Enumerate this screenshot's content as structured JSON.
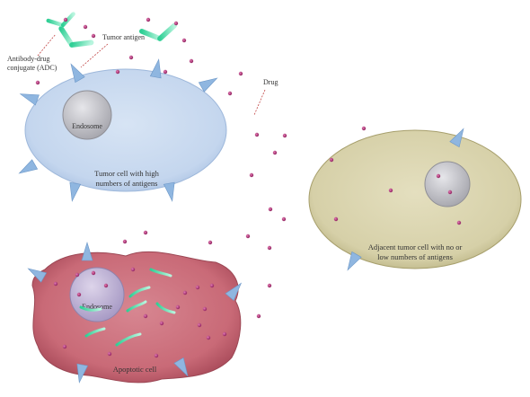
{
  "labels": {
    "adc_line1": "Antibody-drug",
    "adc_line2": "conjugate (ADC)",
    "tumor_antigen": "Tumor antigen",
    "drug": "Drug",
    "endosome_top": "Endosome",
    "tumor_cell_line1": "Tumor cell with high",
    "tumor_cell_line2": "numbers of antigens",
    "adjacent_line1": "Adjacent tumor cell with no or",
    "adjacent_line2": "low numbers of antigens",
    "endosome_apoptotic": "Endosome",
    "apoptotic_cell": "Apoptotic cell"
  },
  "colors": {
    "tumor_cell": "#c9d9ee",
    "adjacent_cell": "#d8d3ae",
    "apoptotic_cell": "#c96b78",
    "antigen": "#8fb6e0",
    "antibody": "#3fd7a0",
    "drug": "#b2357a",
    "endosome": "#c2c2c6"
  },
  "icons": [
    "antibody-icon",
    "antigen-icon",
    "drug-molecule-icon"
  ]
}
